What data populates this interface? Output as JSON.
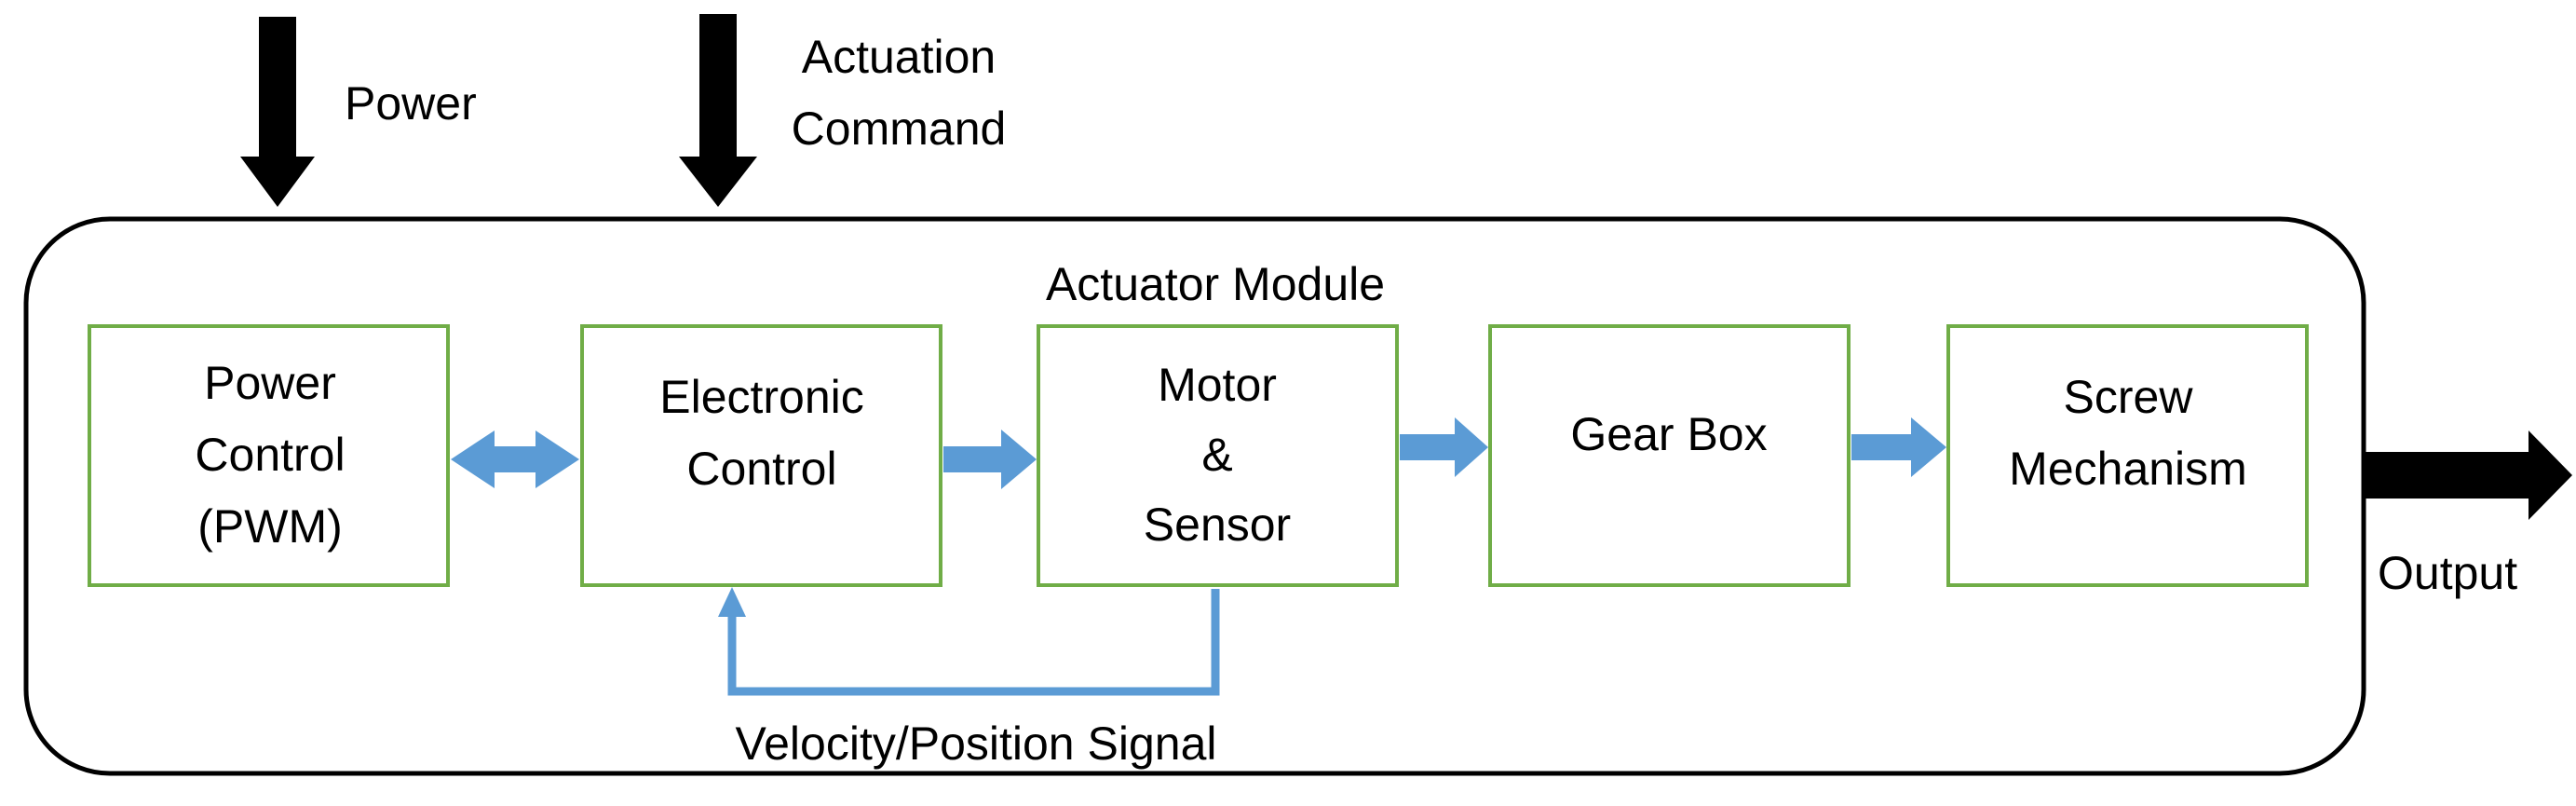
{
  "inputs": {
    "power": "Power",
    "actuation_line1": "Actuation",
    "actuation_line2": "Command"
  },
  "module": {
    "title": "Actuator Module"
  },
  "blocks": {
    "power_control": [
      "Power",
      "Control",
      "(PWM)"
    ],
    "electronic_control": [
      "Electronic",
      "Control"
    ],
    "motor_sensor": [
      "Motor",
      "&",
      "Sensor"
    ],
    "gear_box": [
      "Gear Box"
    ],
    "screw_mechanism": [
      "Screw",
      "Mechanism"
    ]
  },
  "feedback": {
    "label": "Velocity/Position Signal"
  },
  "output": {
    "label": "Output"
  },
  "colors": {
    "block_border": "#70ad47",
    "flow_arrow": "#5b9bd5",
    "io_arrow": "#000000",
    "module_border": "#000000"
  }
}
